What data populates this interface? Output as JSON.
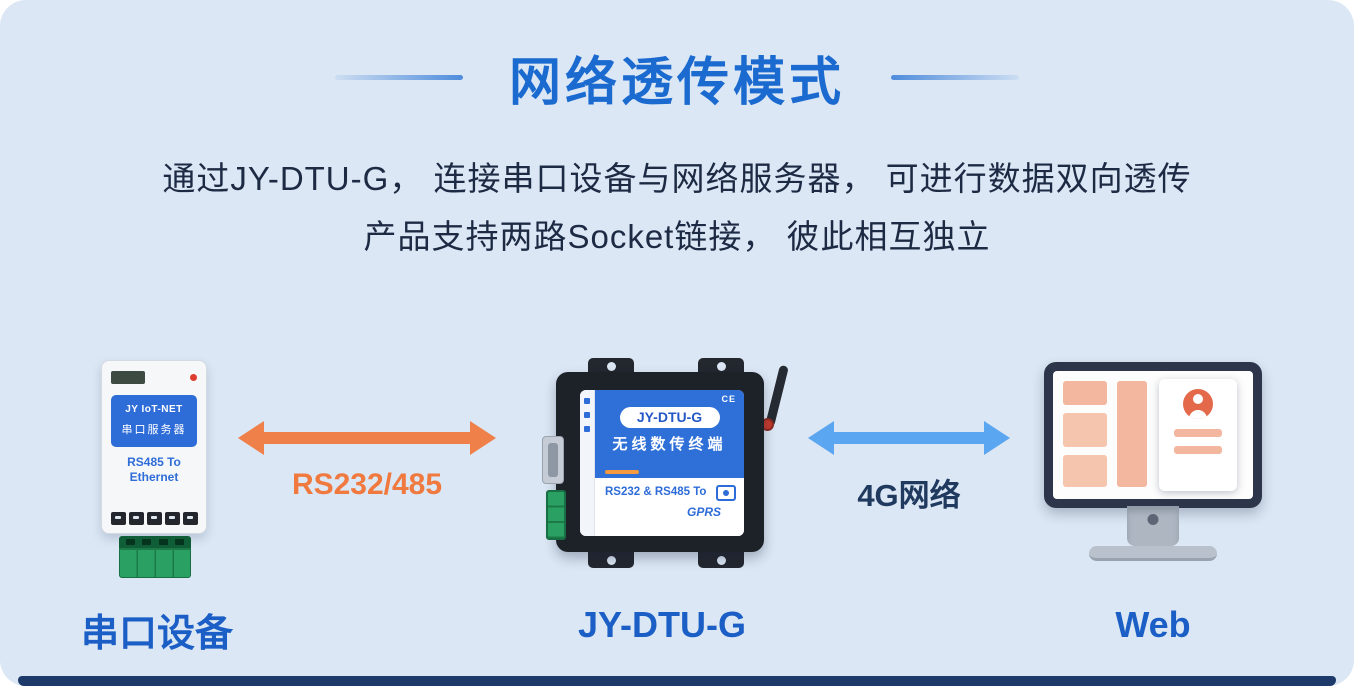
{
  "page": {
    "title": "网络透传模式",
    "description_line1": "通过JY-DTU-G， 连接串口设备与网络服务器， 可进行数据双向透传",
    "description_line2": "产品支持两路Socket链接， 彼此相互独立"
  },
  "devices": {
    "serial_device": {
      "caption": "串口设备",
      "brand": "JY IoT-NET",
      "product_cn": "串口服务器",
      "sub_line1": "RS485 To",
      "sub_line2": "Ethernet"
    },
    "dtu": {
      "caption": "JY-DTU-G",
      "badge": "JY-DTU-G",
      "subtitle_cn": "无线数传终端",
      "cert": "CE",
      "interface_line": "RS232 & RS485 To",
      "network": "GPRS"
    },
    "web": {
      "caption": "Web"
    }
  },
  "connections": {
    "serial_link": {
      "label": "RS232/485"
    },
    "network_link": {
      "label": "4G网络"
    }
  },
  "colors": {
    "background_panel": "#dbe7f4",
    "title_blue": "#1a6ad0",
    "caption_blue": "#1b5fc6",
    "orange_arrow": "#f08049",
    "blue_arrow": "#5aa6f0",
    "footer_bar": "#1e3a6b"
  }
}
